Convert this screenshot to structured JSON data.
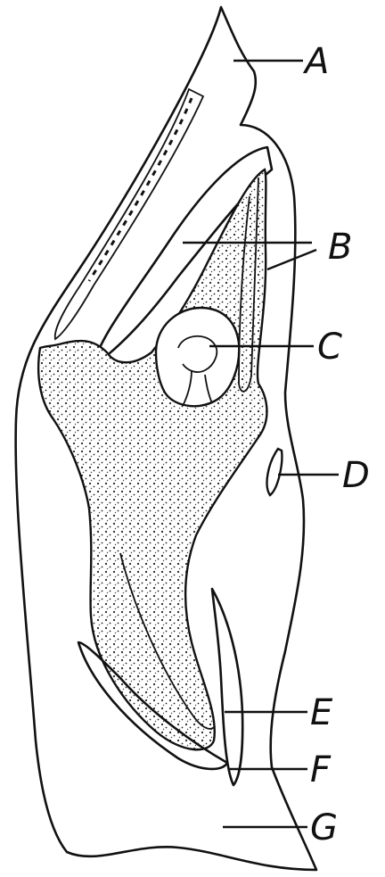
{
  "labels": {
    "a": "A",
    "b": "B",
    "c": "C",
    "d": "D",
    "e": "E",
    "f": "F",
    "g": "G"
  },
  "colors": {
    "ink": "#111111",
    "background": "#ffffff"
  }
}
